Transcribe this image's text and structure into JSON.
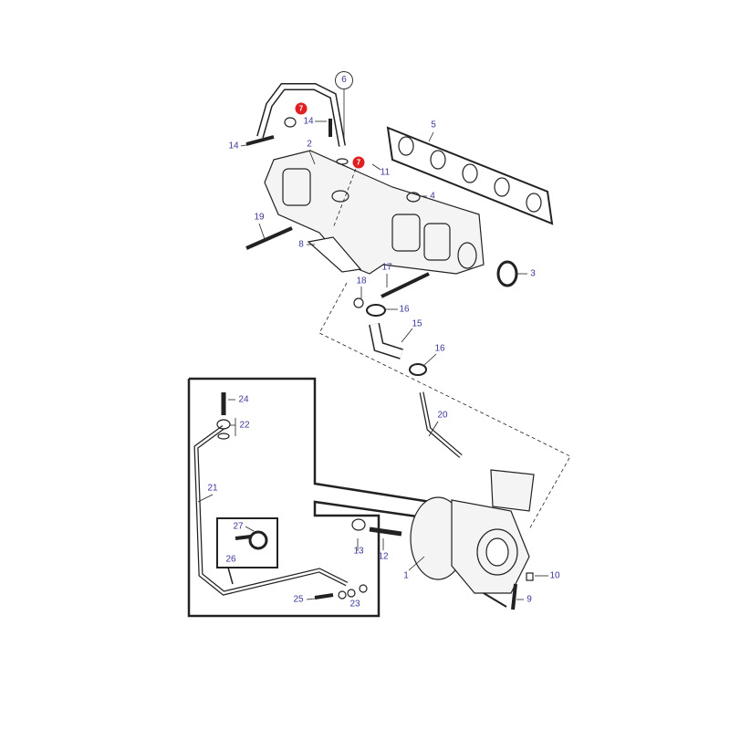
{
  "diagram": {
    "accent_color": "#e02020",
    "label_color": "#3a3a9a",
    "labels": {
      "p1": "1",
      "p2": "2",
      "p3": "3",
      "p4": "4",
      "p5": "5",
      "p6": "6",
      "p7a": "7",
      "p7b": "7",
      "p8": "8",
      "p9": "9",
      "p10": "10",
      "p11": "11",
      "p12": "12",
      "p13": "13",
      "p14a": "14",
      "p14b": "14",
      "p15": "15",
      "p16a": "16",
      "p16b": "16",
      "p17": "17",
      "p18": "18",
      "p19": "19",
      "p20": "20",
      "p21": "21",
      "p22": "22",
      "p23": "23",
      "p24": "24",
      "p25": "25",
      "p26": "26",
      "p27": "27"
    }
  }
}
